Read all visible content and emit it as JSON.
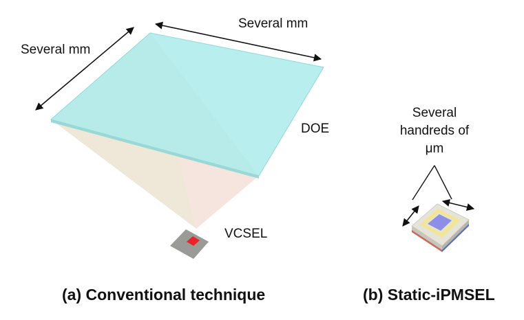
{
  "panel_a": {
    "dimension_label_top": "Several mm",
    "dimension_label_left": "Several mm",
    "doe_label": "DOE",
    "vcsel_label": "VCSEL",
    "caption": "(a)  Conventional technique"
  },
  "panel_b": {
    "size_label_line1": "Several",
    "size_label_line2": "handreds of",
    "size_label_line3": "μm",
    "caption": "(b)  Static-iPMSEL"
  },
  "colors": {
    "doe_fill": "#aeeceb",
    "doe_edge": "#8ed9d8",
    "beam_left": "#eee6d6",
    "beam_right": "#f5e4dc",
    "vcsel_chip": "#9a9a96",
    "vcsel_emitter": "#e8232a",
    "pmsel_yellow": "#f2e692",
    "pmsel_blue": "#8d8ee8"
  }
}
